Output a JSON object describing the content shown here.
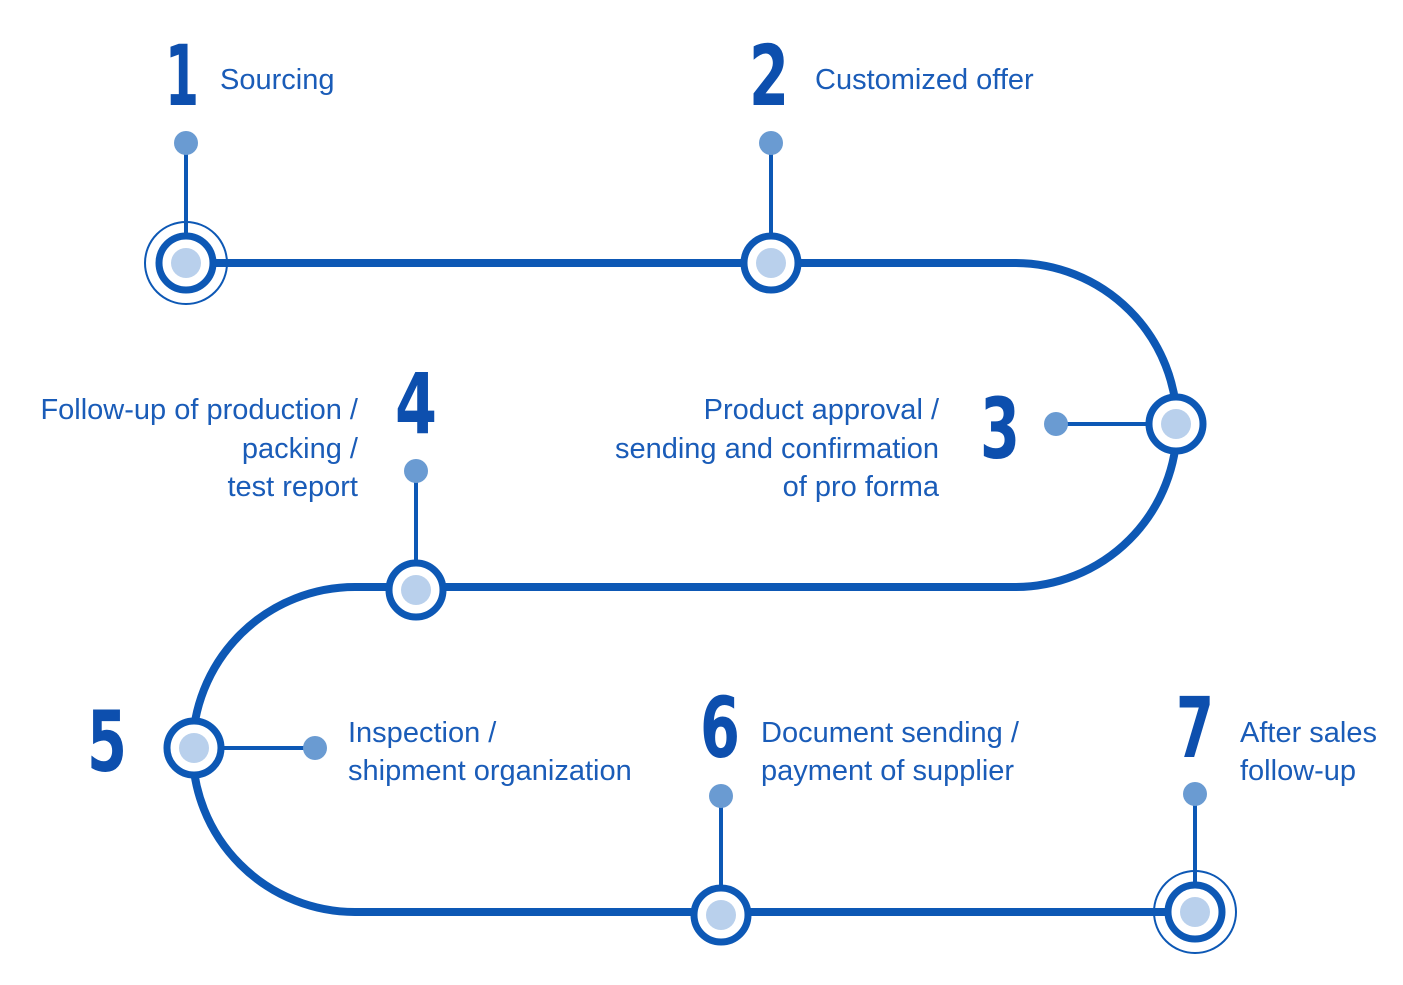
{
  "colors": {
    "path": "#0d58b5",
    "dot": "#6a9bd2",
    "node_fill": "#b9d0ec",
    "number": "#0d4fae",
    "label": "#1a5cb8"
  },
  "steps": [
    {
      "number": "1",
      "lines": [
        "Sourcing"
      ]
    },
    {
      "number": "2",
      "lines": [
        "Customized offer"
      ]
    },
    {
      "number": "3",
      "lines": [
        "Product approval /",
        "sending and confirmation",
        "of pro forma"
      ]
    },
    {
      "number": "4",
      "lines": [
        "Follow-up of production /",
        "packing /",
        "test report"
      ]
    },
    {
      "number": "5",
      "lines": [
        "Inspection /",
        "shipment organization"
      ]
    },
    {
      "number": "6",
      "lines": [
        "Document sending /",
        "payment of supplier"
      ]
    },
    {
      "number": "7",
      "lines": [
        "After sales",
        "follow-up"
      ]
    }
  ]
}
